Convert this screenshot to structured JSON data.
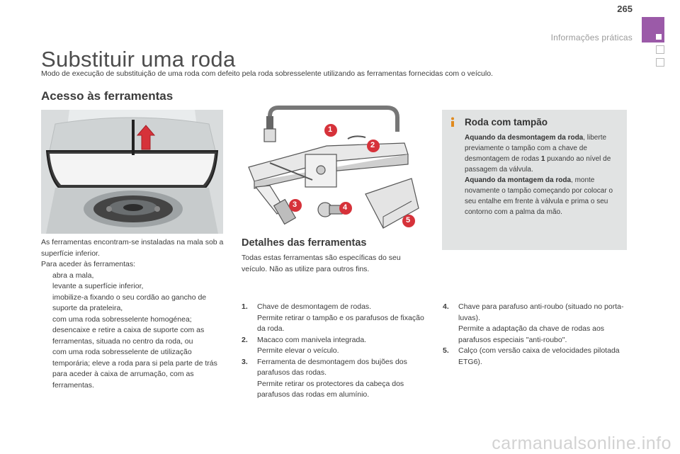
{
  "header": {
    "page_number": "265",
    "section_label": "Informações práticas"
  },
  "title": "Substituir uma roda",
  "intro": "Modo de execução de substituição de uma roda com defeito pela roda sobresselente utilizando as ferramentas fornecidas com o veículo.",
  "access": {
    "heading": "Acesso às ferramentas",
    "lines": [
      "As ferramentas encontram-se instaladas na mala sob a superfície inferior.",
      "Para aceder às ferramentas:"
    ],
    "bullet_symbol": "",
    "bullets": [
      "abra a mala,",
      "levante a superfície inferior,",
      "imobilize-a fixando o seu cordão ao gancho de suporte da prateleira,",
      "com uma roda sobresselente homogénea; desencaixe e retire a caixa de suporte com as ferramentas, situada no centro da roda, ou",
      "com uma roda sobresselente de utilização temporária; eleve a roda para si pela parte de trás para aceder à caixa de arrumação, com as ferramentas."
    ]
  },
  "details": {
    "heading": "Detalhes das ferramentas",
    "text": "Todas estas ferramentas são específicas do seu veículo. Não as utilize para outros fins.",
    "items_left": [
      {
        "num": "1.",
        "text": "Chave de desmontagem de rodas.\nPermite retirar o tampão e os parafusos de fixação da roda."
      },
      {
        "num": "2.",
        "text": "Macaco com manivela integrada.\nPermite elevar o veículo."
      },
      {
        "num": "3.",
        "text": "Ferramenta de desmontagem dos bujões dos parafusos das rodas.\nPermite retirar os protectores da cabeça dos parafusos das rodas em alumínio."
      }
    ],
    "items_right": [
      {
        "num": "4.",
        "text": "Chave para parafuso anti-roubo (situado no porta-luvas).\nPermite a adaptação da chave de rodas aos parafusos especiais \"anti-roubo\"."
      },
      {
        "num": "5.",
        "text": "Calço (com versão caixa de velocidades pilotada ETG6)."
      }
    ],
    "callouts": [
      "1",
      "2",
      "3",
      "4",
      "5"
    ]
  },
  "info_box": {
    "title": "Roda com tampão",
    "para1_bold": "Aquando da desmontagem da roda",
    "para1_a": ", liberte previamente o tampão com a chave de desmontagem de rodas ",
    "para1_num": "1",
    "para1_b": " puxando ao nível de passagem da válvula.",
    "para2_bold": "Aquando da montagem da roda",
    "para2_rest": ", monte novamente o tampão começando por colocar o seu entalhe em frente à válvula e prima o seu contorno com a palma da mão."
  },
  "watermark": "carmanualsonline.info",
  "colors": {
    "accent_purple": "#9b5aa8",
    "callout_red": "#d6323a",
    "info_box_bg": "#e1e3e3",
    "text": "#3c3c3c"
  }
}
